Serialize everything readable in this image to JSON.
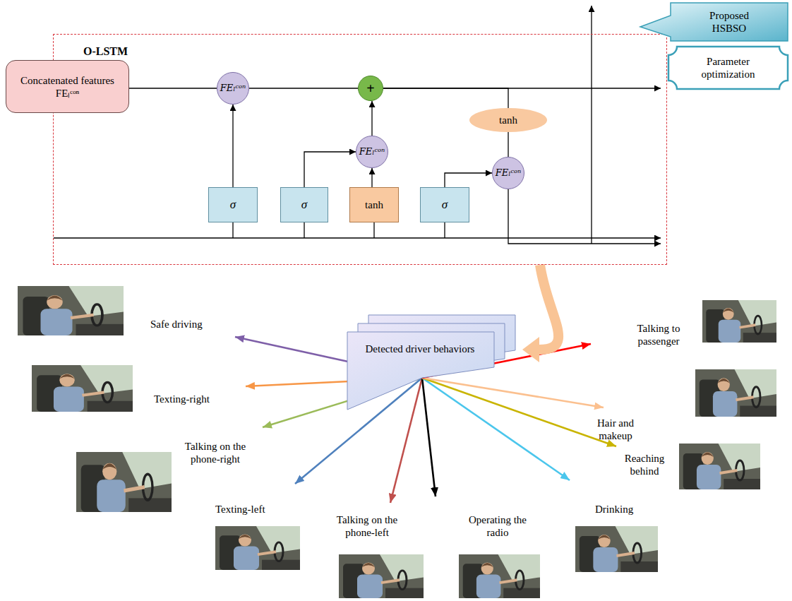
{
  "diagram": {
    "nodes": [
      {
        "text": [
          "O-LSTM"
        ]
      },
      {
        "text": [
          "Concatenated features FEₗᶜᵒⁿ"
        ]
      },
      {
        "text": [
          "FEₗᶜᵒⁿ"
        ],
        "in": 0
      },
      {
        "text": [
          "+"
        ],
        "in": 0
      },
      {
        "text": [
          "tanh"
        ],
        "in": 0
      },
      {
        "text": [
          "FEₗᶜᵒⁿ"
        ],
        "in": 0
      },
      {
        "text": [
          "FEₗᶜᵒⁿ"
        ],
        "in": 0
      },
      {
        "text": [
          "σ"
        ],
        "in": 0
      },
      {
        "text": [
          "σ"
        ],
        "in": 0
      },
      {
        "text": [
          "tanh"
        ],
        "in": 0
      },
      {
        "text": [
          "σ"
        ],
        "in": 0
      },
      {
        "text": [
          "Proposed HSBSO"
        ]
      },
      {
        "text": [
          "Parameter optimization"
        ]
      },
      {
        "text": [
          "Detected driver behaviors"
        ]
      }
    ],
    "edges": [
      {
        "from": 1,
        "to": 2,
        "arrow": "none"
      },
      {
        "from": 2,
        "to": 3,
        "arrow": "none"
      },
      {
        "from": 7,
        "to": 2,
        "arrow": "to"
      },
      {
        "from": 8,
        "to": 5,
        "arrow": "to"
      },
      {
        "from": 9,
        "to": 5,
        "arrow": "to"
      },
      {
        "from": 5,
        "to": 3,
        "arrow": "to"
      },
      {
        "from": 3,
        "to": 4,
        "arrow": "none"
      },
      {
        "from": 4,
        "to": 6,
        "arrow": "none"
      },
      {
        "from": 10,
        "to": 6,
        "arrow": "to"
      },
      {
        "from": 0,
        "to": 13,
        "arrow": "to"
      }
    ],
    "labels": [
      "Safe driving",
      "Texting-right",
      "Talking on the phone-right",
      "Texting-left",
      "Talking on the phone-left",
      "Operating the radio",
      "Drinking",
      "Reaching behind",
      "Hair and makeup",
      "Talking to passenger"
    ]
  }
}
